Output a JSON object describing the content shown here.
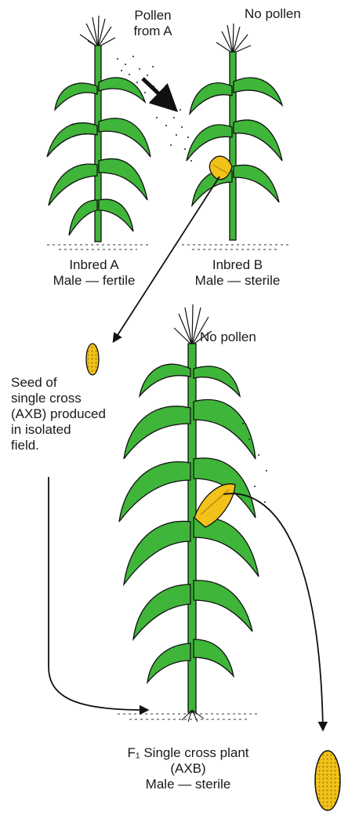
{
  "labels": {
    "pollen_from_a": [
      "Pollen",
      "from A"
    ],
    "no_pollen_top": "No pollen",
    "inbred_a": [
      "Inbred A",
      "Male — fertile"
    ],
    "inbred_b": [
      "Inbred B",
      "Male — sterile"
    ],
    "no_pollen_mid": "No pollen",
    "seed_note": [
      "Seed of",
      "single cross",
      "(AXB) produced",
      "in isolated",
      "field."
    ],
    "f1_title": "F₁ Single cross plant",
    "f1_sub": "(AXB)",
    "f1_sterile": "Male — sterile"
  },
  "colors": {
    "leaf": "#3fb53a",
    "leaf_dark": "#2a8a27",
    "outline": "#111111",
    "corn": "#f2c21a",
    "corn_husk": "#d9a010"
  }
}
